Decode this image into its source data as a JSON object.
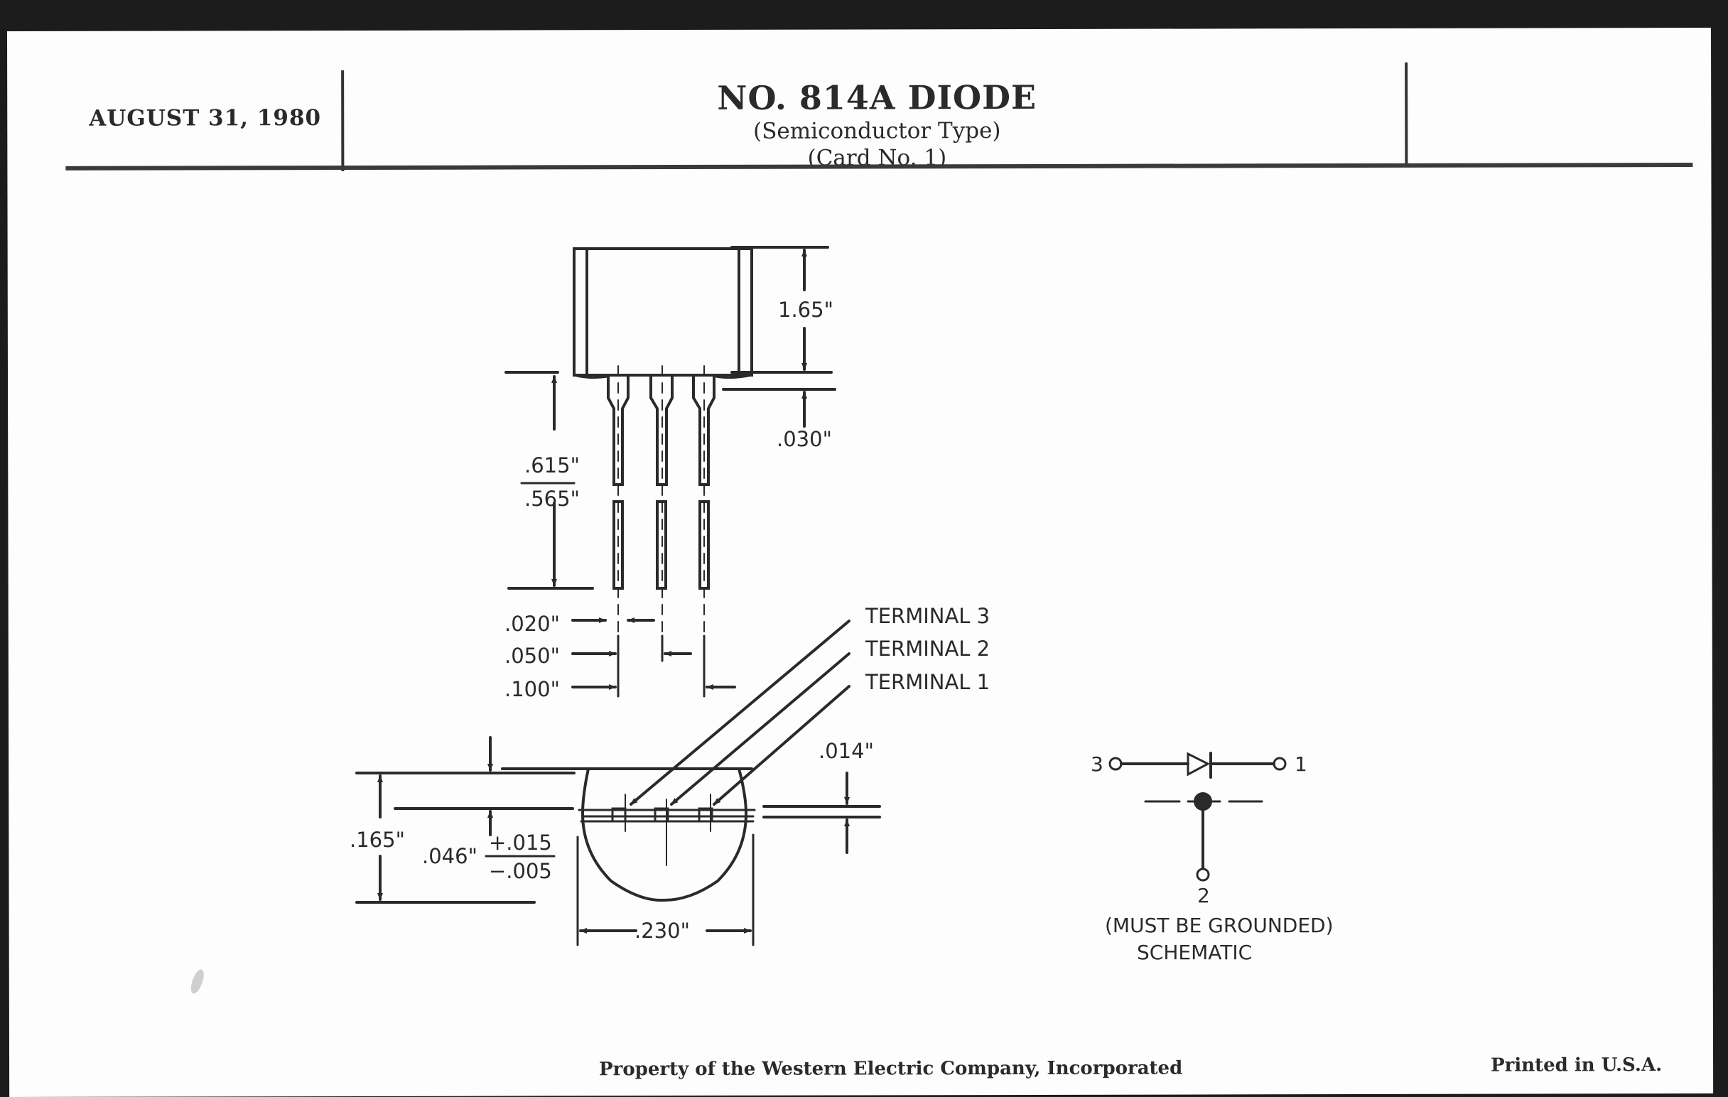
{
  "header": {
    "date": "AUGUST 31, 1980",
    "title": "NO. 814A DIODE",
    "subtitle": "(Semiconductor Type)",
    "card": "(Card No. 1)"
  },
  "drawing": {
    "dim_body_height": "1.65\"",
    "dim_lead_offset": ".030\"",
    "dim_lead_length_max": ".615\"",
    "dim_lead_length_min": ".565\"",
    "dim_lead_width": ".020\"",
    "dim_lead_spacing_half": ".050\"",
    "dim_lead_spacing_full": ".100\"",
    "terminal_labels": [
      "TERMINAL 3",
      "TERMINAL 2",
      "TERMINAL 1"
    ],
    "dim_flat_thickness": ".014\"",
    "dim_total_depth": ".165\"",
    "dim_lead_plane": ".046\"",
    "dim_tol_plus": "+.015",
    "dim_tol_minus": "−.005",
    "dim_width": ".230\""
  },
  "schematic": {
    "pin_left": "3",
    "pin_right": "1",
    "pin_bottom": "2",
    "note": "(MUST BE GROUNDED)",
    "caption": "SCHEMATIC"
  },
  "footer": {
    "property": "Property of the Western Electric Company, Incorporated",
    "printed": "Printed in U.S.A."
  }
}
